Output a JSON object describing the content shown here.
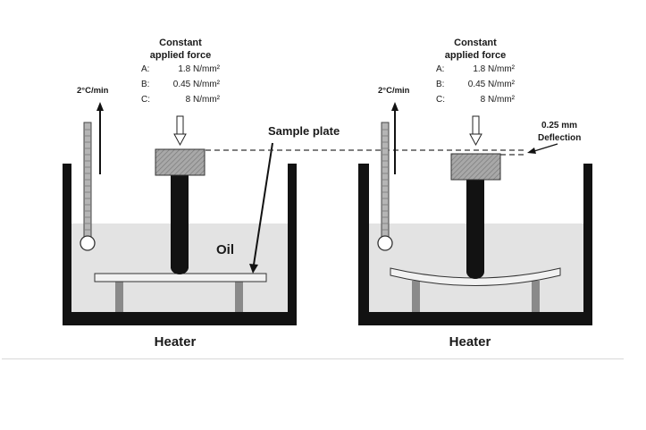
{
  "left_panel": {
    "force_title_1": "Constant",
    "force_title_2": "applied force",
    "force_rows": [
      {
        "key": "A:",
        "value": "1.8 N/mm²"
      },
      {
        "key": "B:",
        "value": "0.45 N/mm²"
      },
      {
        "key": "C:",
        "value": "8 N/mm²"
      }
    ],
    "heating_rate": "2°C/min",
    "oil_label": "Oil",
    "heater_label": "Heater"
  },
  "right_panel": {
    "force_title_1": "Constant",
    "force_title_2": "applied force",
    "force_rows": [
      {
        "key": "A:",
        "value": "1.8 N/mm²"
      },
      {
        "key": "B:",
        "value": "0.45 N/mm²"
      },
      {
        "key": "C:",
        "value": "8 N/mm²"
      }
    ],
    "heating_rate": "2°C/min",
    "deflection_value": "0.25 mm",
    "deflection_label": "Deflection",
    "heater_label": "Heater"
  },
  "sample_plate_label": "Sample plate",
  "colors": {
    "tank": "#121212",
    "oil": "#e3e3e3",
    "support": "#8a8a8a",
    "weight": "#9d9d9d",
    "plate": "#f2f2f2"
  }
}
